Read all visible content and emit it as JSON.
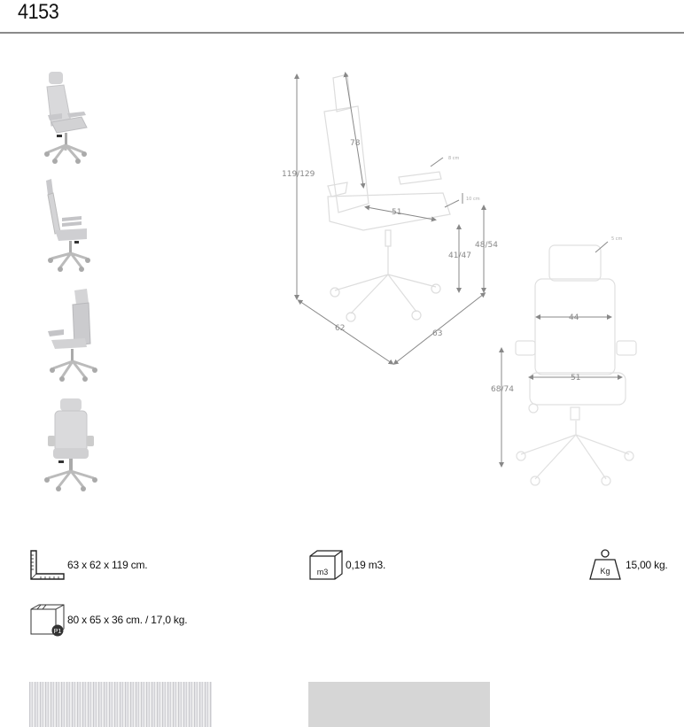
{
  "header": {
    "product_code": "4153"
  },
  "thumbnails": [
    {
      "view": "three-quarter-front"
    },
    {
      "view": "side"
    },
    {
      "view": "three-quarter-back"
    },
    {
      "view": "front"
    }
  ],
  "side_diagram": {
    "total_height": "119/129",
    "backrest_height": "78",
    "armrest_width": "8 cm",
    "seat_thickness": "10 cm",
    "seat_depth": "51",
    "seat_height": "41/47",
    "armrest_height": "48/54",
    "base_depth": "62",
    "base_width": "63"
  },
  "front_diagram": {
    "headrest_thickness": "5 cm",
    "backrest_width": "44",
    "seat_width": "51",
    "armrest_floor_height": "68/74"
  },
  "specs": {
    "dimensions": {
      "icon": "ruler-square-icon",
      "text": "63 x 62 x 119 cm."
    },
    "volume": {
      "icon": "cube-m3-icon",
      "icon_label": "m3",
      "text": "0,19 m3."
    },
    "weight": {
      "icon": "weight-kg-icon",
      "icon_label": "Kg",
      "text": "15,00 kg."
    },
    "package": {
      "icon": "package-box-icon",
      "icon_label": "P1",
      "text": "80 x 65 x 36 cm. / 17,0 kg."
    }
  },
  "swatches": [
    {
      "name": "grey mesh",
      "color": "#dcdcdf"
    },
    {
      "name": "light grey",
      "color": "#d6d6d6"
    }
  ]
}
